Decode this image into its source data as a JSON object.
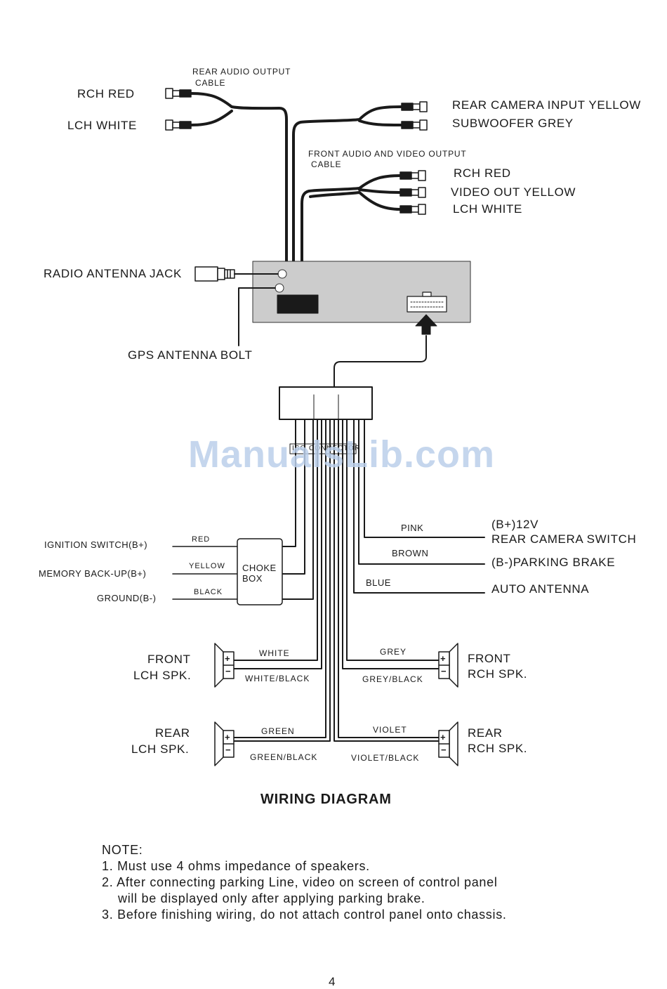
{
  "rear_audio": {
    "cable_title_1": "REAR AUDIO OUTPUT",
    "cable_title_2": "CABLE",
    "rch": "RCH  RED",
    "lch": "LCH WHITE"
  },
  "top_right": {
    "camera": "REAR CAMERA INPUT  YELLOW",
    "subwoofer": "SUBWOOFER  GREY"
  },
  "front_av": {
    "cable_title_1": "FRONT AUDIO AND VIDEO OUTPUT",
    "cable_title_2": "CABLE",
    "rch": "RCH  RED",
    "video": "VIDEO  OUT  YELLOW",
    "lch": "LCH WHITE"
  },
  "antenna": {
    "radio": "RADIO ANTENNA JACK",
    "gps": "GPS ANTENNA  BOLT"
  },
  "connector_label": "ISO CONNECTOR",
  "watermark": "ManualsLib.com",
  "power": {
    "ignition": "IGNITION SWITCH(B+)",
    "memory": "MEMORY BACK-UP(B+)",
    "ground": "GROUND(B-)",
    "wire_red": "RED",
    "wire_yellow": "YELLOW",
    "wire_black": "BLACK",
    "choke_1": "CHOKE",
    "choke_2": "BOX"
  },
  "right_wires": {
    "pink": "PINK",
    "brown": "BROWN",
    "blue": "BLUE",
    "b12v": "(B+)12V",
    "camera_switch": "REAR CAMERA SWITCH",
    "parking": "(B-)PARKING BRAKE",
    "auto_antenna": "AUTO ANTENNA"
  },
  "speakers": {
    "front_l_1": "FRONT",
    "front_l_2": "LCH SPK.",
    "front_r_1": "FRONT",
    "front_r_2": "RCH SPK.",
    "rear_l_1": "REAR",
    "rear_l_2": "LCH SPK.",
    "rear_r_1": "REAR",
    "rear_r_2": "RCH SPK.",
    "white": "WHITE",
    "white_black": "WHITE/BLACK",
    "grey": "GREY",
    "grey_black": "GREY/BLACK",
    "green": "GREEN",
    "green_black": "GREEN/BLACK",
    "violet": "VIOLET",
    "violet_black": "VIOLET/BLACK",
    "plus": "+",
    "minus": "−"
  },
  "title": "WIRING DIAGRAM",
  "notes": {
    "heading": "NOTE:",
    "n1": "1. Must use 4 ohms impedance of speakers.",
    "n2a": "2. After connecting parking Line, video on screen of control panel",
    "n2b": "will be displayed only after applying parking brake.",
    "n3": "3. Before finishing wiring, do not attach control panel onto chassis."
  },
  "page_number": "4"
}
